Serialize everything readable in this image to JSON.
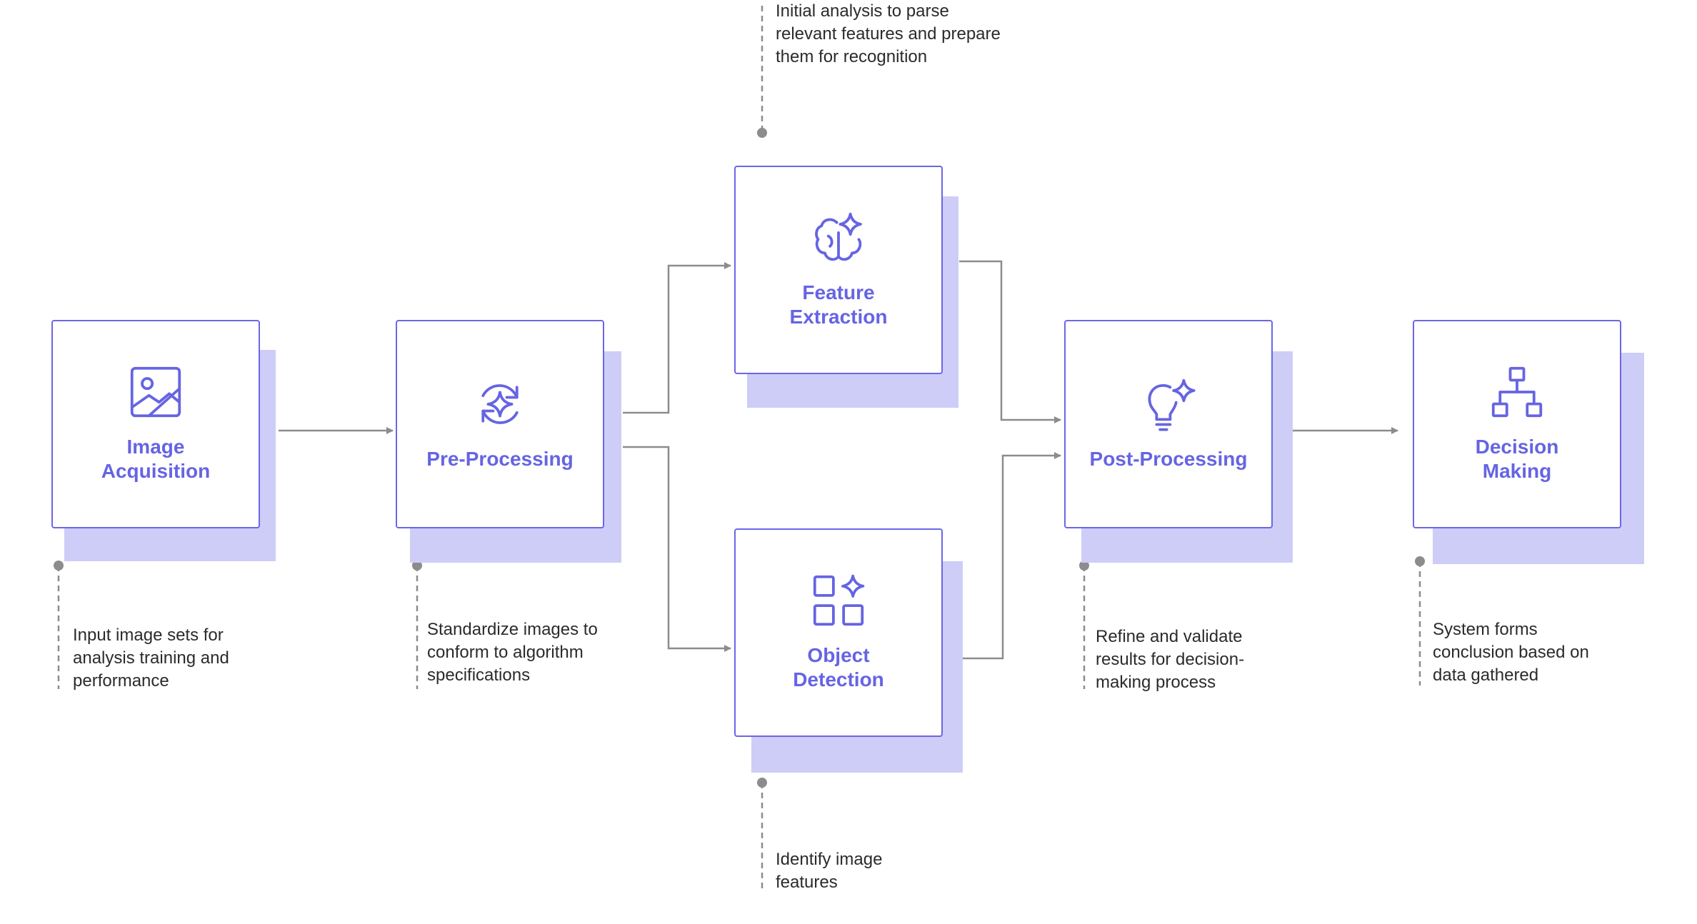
{
  "colors": {
    "accent": "#6664e3",
    "box_border": "#6b67e6",
    "box_shadow": "#cdcdf7",
    "connector": "#8c8c8c",
    "text": "#2b2b2b"
  },
  "nodes": [
    {
      "id": "image-acquisition",
      "label_line1": "Image",
      "label_line2": "Acquisition",
      "icon": "image-icon"
    },
    {
      "id": "pre-processing",
      "label_line1": "Pre-Processing",
      "label_line2": "",
      "icon": "refresh-sparkle-icon"
    },
    {
      "id": "feature-extraction",
      "label_line1": "Feature",
      "label_line2": "Extraction",
      "icon": "brain-sparkle-icon"
    },
    {
      "id": "object-detection",
      "label_line1": "Object",
      "label_line2": "Detection",
      "icon": "grid-sparkle-icon"
    },
    {
      "id": "post-processing",
      "label_line1": "Post-Processing",
      "label_line2": "",
      "icon": "lightbulb-sparkle-icon"
    },
    {
      "id": "decision-making",
      "label_line1": "Decision",
      "label_line2": "Making",
      "icon": "hierarchy-icon"
    }
  ],
  "notes": {
    "image_acquisition": [
      "Input image sets for",
      "analysis training and",
      "performance"
    ],
    "pre_processing": [
      "Standardize images to",
      "conform to algorithm",
      "specifications"
    ],
    "feature_extraction": [
      "Initial analysis to parse",
      "relevant features and prepare",
      "them for recognition"
    ],
    "object_detection": [
      "Identify image",
      "features"
    ],
    "post_processing": [
      "Refine and validate",
      "results for decision-",
      "making process"
    ],
    "decision_making": [
      "System forms",
      "conclusion based on",
      "data gathered"
    ]
  }
}
